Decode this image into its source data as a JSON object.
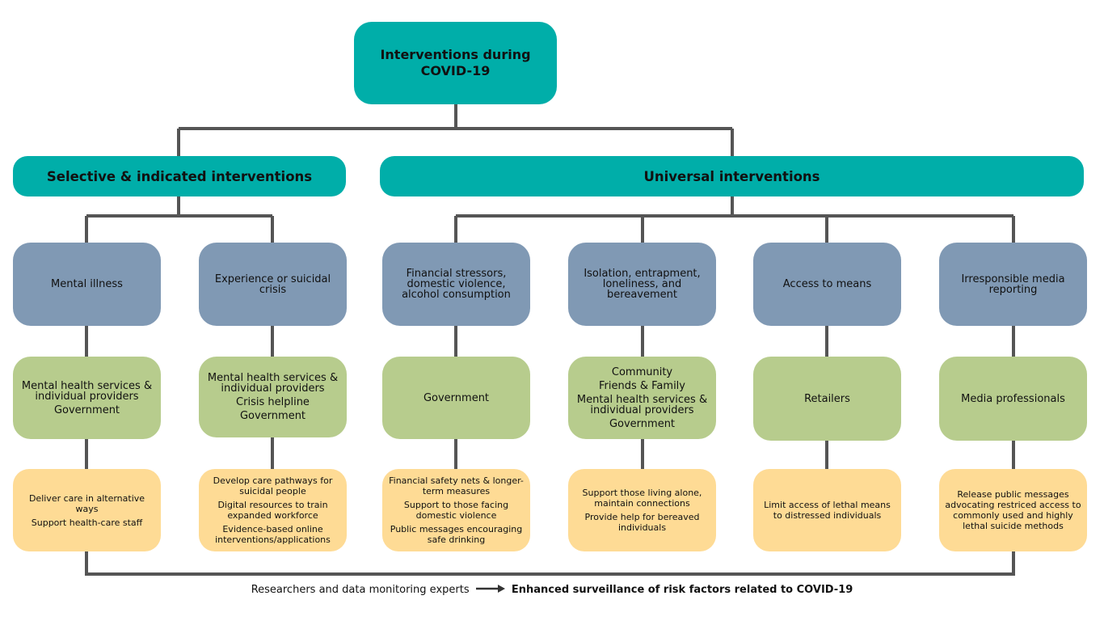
{
  "colors": {
    "primary_teal": "#00AEA9",
    "risk_blue": "#8099B4",
    "actor_green": "#B7CC8D",
    "action_yellow": "#FEDB95",
    "connector_gray": "#555555"
  },
  "root": {
    "title": "Interventions during COVID-19"
  },
  "groups": {
    "selective": "Selective & indicated interventions",
    "universal": "Universal interventions"
  },
  "columns": [
    {
      "risk": "Mental illness",
      "actors": [
        "Mental health services & individual providers",
        "Government"
      ],
      "actions": [
        "Deliver care in alternative ways",
        "Support health-care staff"
      ]
    },
    {
      "risk": "Experience or suicidal crisis",
      "actors": [
        "Mental health services & individual providers",
        "Crisis helpline",
        "Government"
      ],
      "actions": [
        "Develop care pathways for suicidal people",
        "Digital resources to train expanded workforce",
        "Evidence-based online interventions/applications"
      ]
    },
    {
      "risk": "Financial stressors, domestic violence, alcohol consumption",
      "actors": [
        "Government"
      ],
      "actions": [
        "Financial safety nets & longer-term measures",
        "Support to those facing domestic violence",
        "Public messages encouraging safe drinking"
      ]
    },
    {
      "risk": "Isolation, entrapment, loneliness, and bereavement",
      "actors": [
        "Community",
        "Friends & Family",
        "Mental health services & individual providers",
        "Government"
      ],
      "actions": [
        "Support those living alone, maintain connections",
        "Provide help for bereaved individuals"
      ]
    },
    {
      "risk": "Access to means",
      "actors": [
        "Retailers"
      ],
      "actions": [
        "Limit access of lethal means to distressed individuals"
      ]
    },
    {
      "risk": "Irresponsible media reporting",
      "actors": [
        "Media professionals"
      ],
      "actions": [
        "Release public messages advocating restriced access to commonly used and highly lethal suicide methods"
      ]
    }
  ],
  "footer": {
    "actor": "Researchers and data monitoring experts",
    "arrow_icon": "right-arrow-icon",
    "outcome": "Enhanced surveillance of risk factors related to COVID-19"
  }
}
